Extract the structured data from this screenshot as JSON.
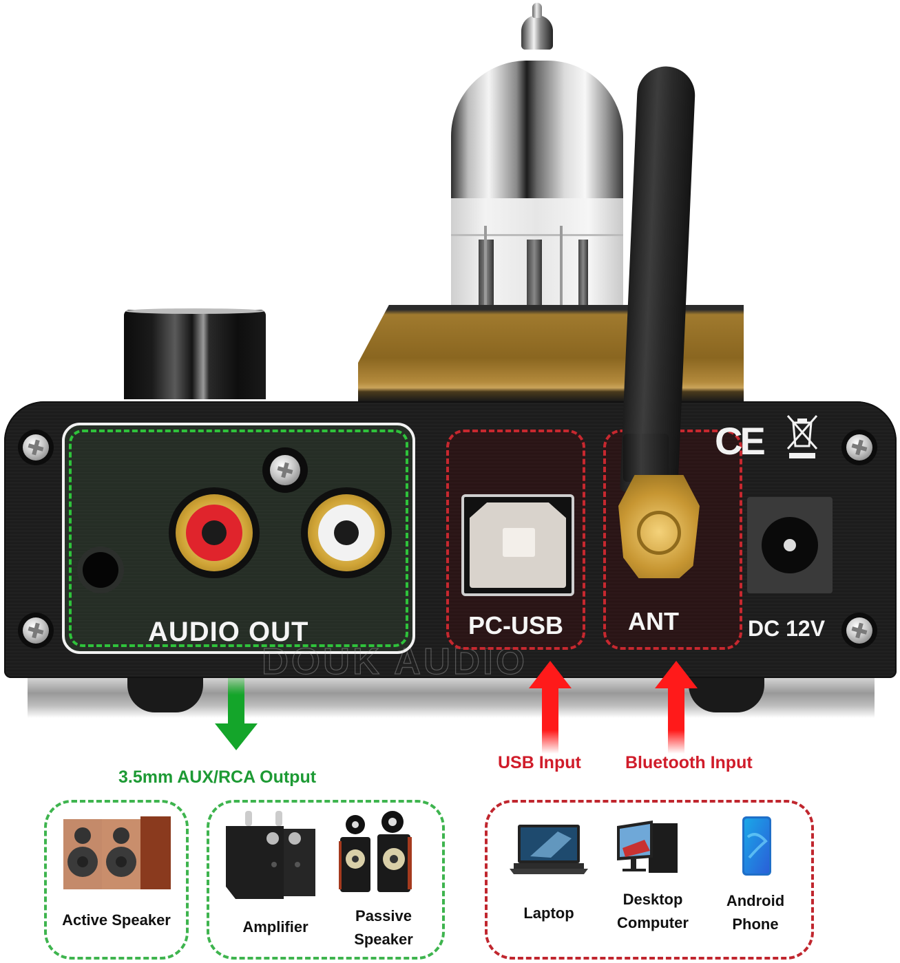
{
  "device": {
    "panel_labels": {
      "audio_out": "AUDIO  OUT",
      "pc_usb": "PC-USB",
      "antenna": "ANT",
      "power": "DC 12V",
      "ce_mark": "CE"
    },
    "watermark": "DOUK AUDIO",
    "ports": [
      {
        "id": "aux-3-5mm",
        "type": "3.5mm jack"
      },
      {
        "id": "rca-left",
        "color": "#e0242c"
      },
      {
        "id": "rca-right",
        "color": "#f2f2f2"
      },
      {
        "id": "usb-b",
        "type": "USB Type-B"
      },
      {
        "id": "sma-antenna",
        "type": "SMA antenna connector"
      },
      {
        "id": "dc-barrel",
        "type": "DC power jack"
      }
    ]
  },
  "callouts": {
    "output": {
      "label": "3.5mm AUX/RCA Output",
      "color": "#1d9a34",
      "direction": "down"
    },
    "usb": {
      "label": "USB Input",
      "color": "#d01c2a",
      "direction": "up"
    },
    "bluetooth": {
      "label": "Bluetooth Input",
      "color": "#d01c2a",
      "direction": "up"
    }
  },
  "output_devices": {
    "group1": [
      {
        "label": "Active Speaker",
        "icon": "active-speaker-icon"
      }
    ],
    "group2": [
      {
        "label": "Amplifier",
        "icon": "amplifier-icon"
      },
      {
        "label_line1": "Passive",
        "label_line2": "Speaker",
        "icon": "passive-speaker-icon"
      }
    ]
  },
  "input_devices": [
    {
      "label": "Laptop",
      "icon": "laptop-icon"
    },
    {
      "label_line1": "Desktop",
      "label_line2": "Computer",
      "icon": "desktop-computer-icon"
    },
    {
      "label_line1": "Android",
      "label_line2": "Phone",
      "icon": "android-phone-icon"
    }
  ],
  "colors": {
    "green_accent": "#2fc33b",
    "red_accent": "#c7282f",
    "panel": "#1e1e1e",
    "gold": "#a07a2e"
  }
}
